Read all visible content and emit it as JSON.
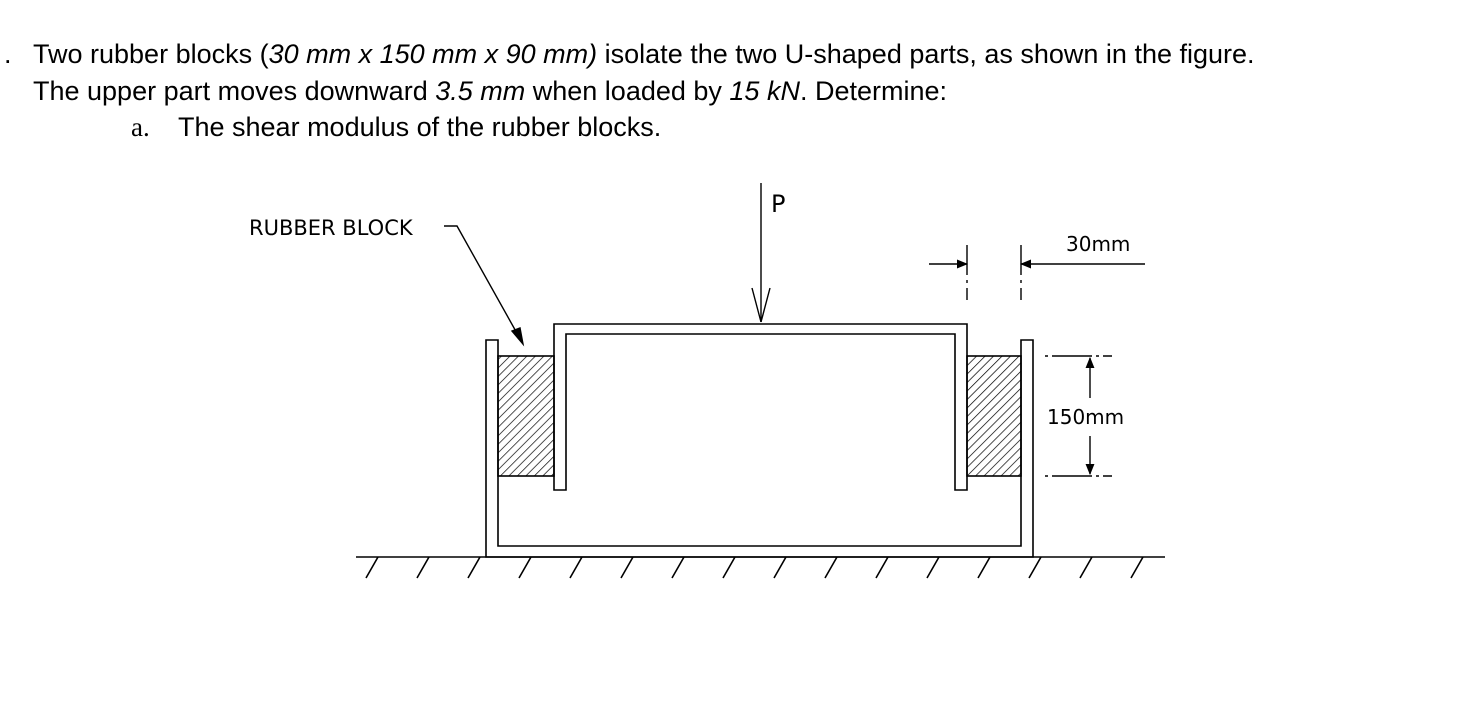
{
  "problem": {
    "bullet": ".",
    "line1": {
      "a": "Two rubber blocks (",
      "dims": "30 mm x 150 mm x 90 mm)",
      "b": " isolate the two U-shaped parts, as shown in the figure."
    },
    "line2": {
      "a": "The upper part moves downward ",
      "disp": "3.5 mm",
      "b": " when loaded by ",
      "load": "15 kN",
      "c": ". Determine:"
    },
    "question_a": {
      "marker": "a.",
      "text": "The shear modulus of the rubber blocks."
    }
  },
  "figure": {
    "load_label": "P",
    "rubber_block_label": "RUBBER BLOCK",
    "width_dim": "30mm",
    "height_dim": "150mm"
  }
}
